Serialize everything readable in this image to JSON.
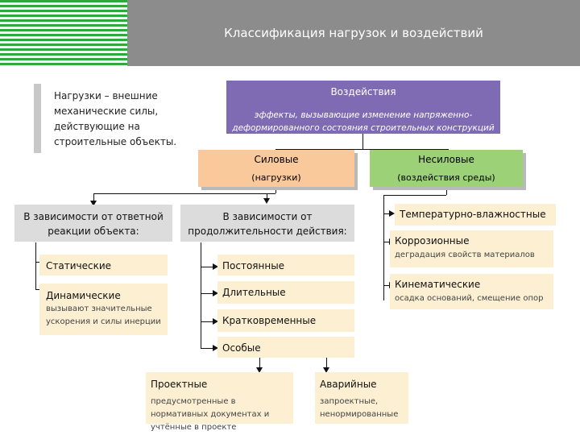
{
  "header": {
    "title": "Классификация нагрузок и воздействий"
  },
  "intro": {
    "bold": "Нагрузки",
    "rest": " – внешние механические силы, действующие на строительные объекты."
  },
  "impacts": {
    "title": "Воздействия",
    "desc": "эффекты, вызывающие изменение напряженно-деформированного состояния строительных конструкций"
  },
  "force": {
    "title": "Силовые",
    "sub": "(нагрузки)"
  },
  "nonforce": {
    "title": "Несиловые",
    "sub": "(воздействия среды)"
  },
  "response": {
    "text": "В зависимости от ответной реакции объекта:"
  },
  "static": {
    "text": "Статические"
  },
  "dynamic": {
    "title": "Динамические",
    "desc": "вызывают значительные ускорения и силы инерции"
  },
  "duration": {
    "text": "В зависимости от продолжительности действия:"
  },
  "permanent": {
    "text": "Постоянные"
  },
  "long": {
    "text": "Длительные"
  },
  "short": {
    "text": "Кратковременные"
  },
  "special": {
    "text": "Особые"
  },
  "design": {
    "title": "Проектные",
    "desc": "предусмотренные в нормативных документах и учтённые в проекте"
  },
  "emergency": {
    "title": "Аварийные",
    "desc": "запроектные, ненормированные"
  },
  "temp": {
    "text": "Температурно-влажностные"
  },
  "corrosion": {
    "title": "Коррозионные",
    "desc": "деградация свойств материалов"
  },
  "kinematic": {
    "title": "Кинематические",
    "desc": "осадка оснований, смещение опор"
  }
}
